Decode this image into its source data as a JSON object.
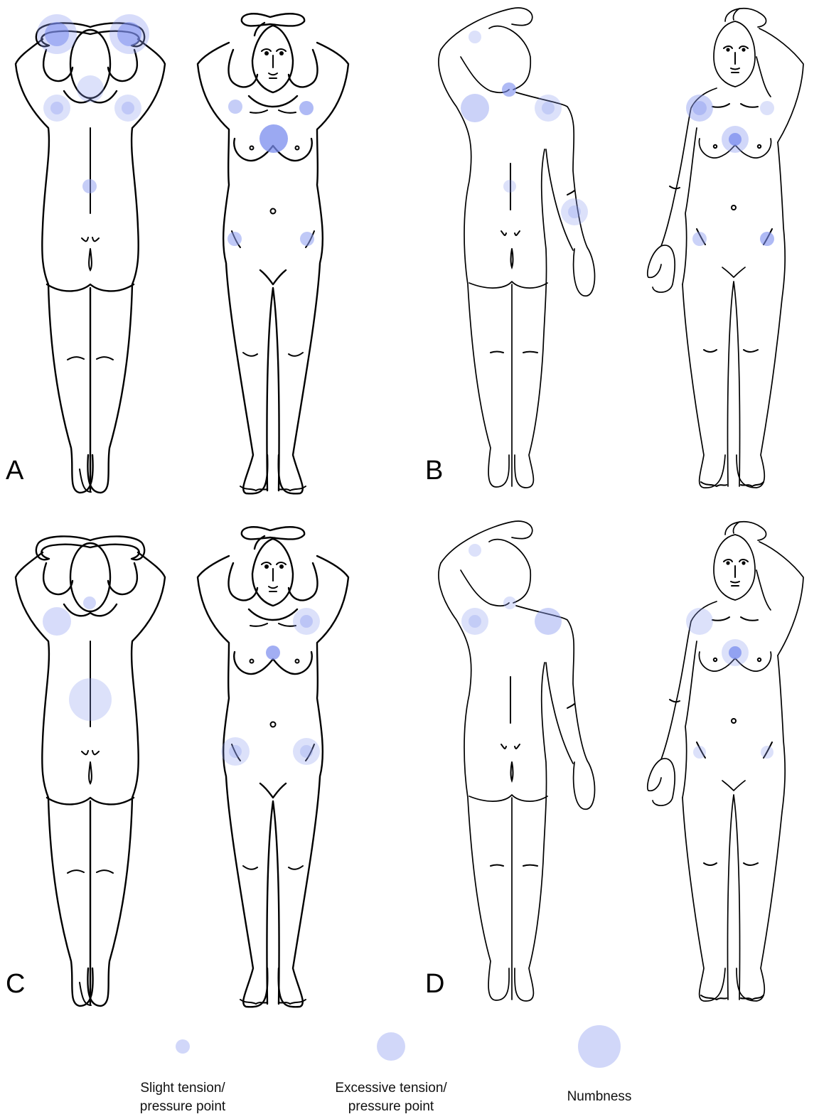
{
  "panels": [
    {
      "letter": "A"
    },
    {
      "letter": "B"
    },
    {
      "letter": "C"
    },
    {
      "letter": "D"
    }
  ],
  "legend": [
    {
      "kind": "slight",
      "label_line1": "Slight tension/",
      "label_line2": "pressure point",
      "color": "#8c9cf0",
      "opacity": 0.45
    },
    {
      "kind": "excessive",
      "label_line1": "Excessive tension/",
      "label_line2": "pressure point",
      "color": "#8c9cf0",
      "opacity": 0.45
    },
    {
      "kind": "numbness",
      "label_line1": "Numbness",
      "label_line2": "",
      "color": "#8c9cf0",
      "opacity": 0.45
    }
  ],
  "colors": {
    "marker": "#8c9cf0",
    "marker_strong": "#7a8cee",
    "outline": "#000000"
  }
}
